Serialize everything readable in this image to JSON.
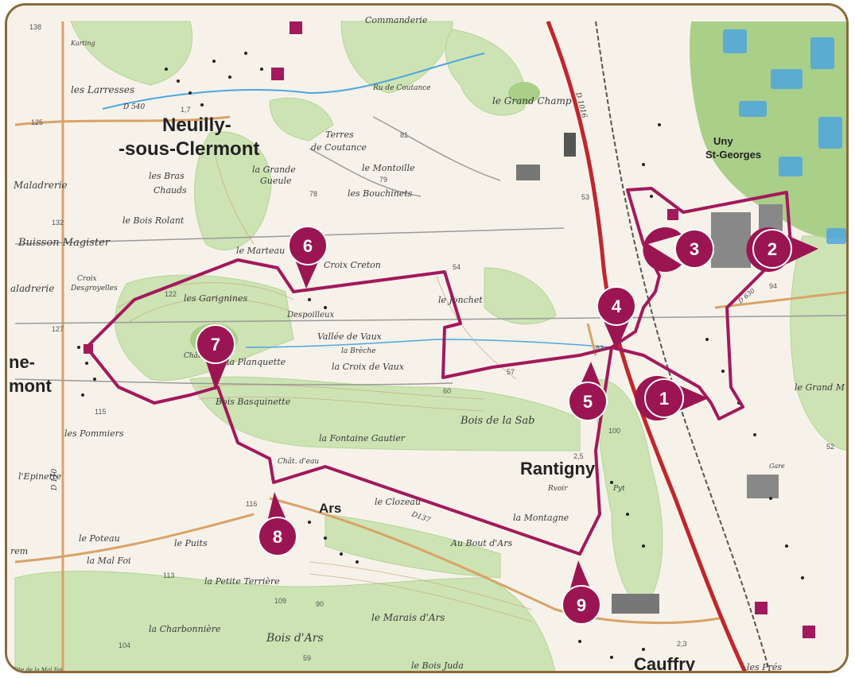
{
  "colors": {
    "route": "#a3195b",
    "marker": "#9b1552",
    "forest": "#cde3b4",
    "forest_dark": "#a9cf88",
    "water": "#4fa6df",
    "road_main": "#c0262c",
    "road_secondary": "#d9a368",
    "paper": "#f6f2ea",
    "frame": "#8a6a3a"
  },
  "markers": [
    {
      "label": "1"
    },
    {
      "label": "2"
    },
    {
      "label": "3"
    },
    {
      "label": "4"
    },
    {
      "label": "5"
    },
    {
      "label": "6"
    },
    {
      "label": "7"
    },
    {
      "label": "8"
    },
    {
      "label": "9"
    }
  ],
  "places": {
    "neuilly_1": "Neuilly-",
    "neuilly_2": "-sous-Clermont",
    "rantigny": "Rantigny",
    "ars": "Ars",
    "cauffry": "Cauffry",
    "uny": "Uny",
    "st_georges": "St-Georges",
    "ne_frag": "ne-",
    "mont_frag": "mont"
  },
  "labels": {
    "commanderie": "Commanderie",
    "les_larresses": "les Larresses",
    "le_grand_champ": "le Grand Champ",
    "terres": "Terres",
    "de_coutance": "de Coutance",
    "la_grande": "la Grande",
    "gueule": "Gueule",
    "le_montoille": "le Montoille",
    "les_bouchinets": "les Bouchinets",
    "maladrerie": "Maladrerie",
    "les_bras": "les Bras",
    "chauds": "Chauds",
    "le_bois_rolant": "le Bois Rolant",
    "buisson_magister": "Buisson Magister",
    "le_marteau": "le Marteau",
    "croix_creton": "Croix Creton",
    "croix": "Croix",
    "desgroyelles": "Desgroyelles",
    "aladrerie": "aladrerie",
    "les_garignines": "les Garignines",
    "despoilleux": "Despoilleux",
    "le_jonchet": "le Jonchet",
    "vallee_de_vaux": "Vallée de Vaux",
    "le_ruisseau": "la Brèche",
    "la_croix_de_vaux": "la Croix de Vaux",
    "la_planquette": "la Planquette",
    "chat": "Chât.",
    "bois_de_la_sab": "Bois de la Sab",
    "bois_basquinette": "Bois Basquinette",
    "la_fontaine_gautier": "la Fontaine Gautier",
    "les_pommiers": "les Pommiers",
    "chat_deau": "Chât. d'eau",
    "epinette": "l'Epinette",
    "le_clozeau": "le Clozeau",
    "la_montagne": "la Montagne",
    "au_bout_dars": "Au Bout d'Ars",
    "rvoir": "Rvoir",
    "pyt": "Pyt",
    "le_poteau": "le Poteau",
    "le_puits": "le Puits",
    "la_mal_foi": "la Mal Foi",
    "la_petite_terriere": "la Petite Terrière",
    "le_marais_dars": "le Marais d'Ars",
    "la_charbonniere": "la Charbonnière",
    "bois_dars": "Bois d'Ars",
    "le_bois_juda": "le Bois Juda",
    "les_pres": "les Prés",
    "le_grand_m": "le Grand M",
    "gare": "Gare",
    "ru_de_coutance": "Ru de Coutance",
    "d106": "D 1016",
    "d137": "D137",
    "d540": "D 540",
    "d110": "D 110",
    "d630": "D 630",
    "tete_mal_foi": "Tête de la Mal Foi",
    "kerleg": "Karting",
    "rem": "rem"
  },
  "numbers": {
    "n138": "138",
    "n125": "125",
    "n132": "132",
    "n122": "122",
    "n127": "127",
    "n115": "115",
    "n116": "116",
    "n113": "113",
    "n104": "104",
    "n109": "109",
    "n90": "90",
    "n79": "79",
    "n78": "78",
    "n81": "81",
    "n53": "53",
    "n54": "54",
    "n57": "57",
    "n60": "60",
    "n100": "100",
    "n94": "94",
    "n52": "52",
    "n59": "59",
    "n83": "83",
    "n25": "2,5",
    "n17": "1,7",
    "n23": "2,3"
  }
}
